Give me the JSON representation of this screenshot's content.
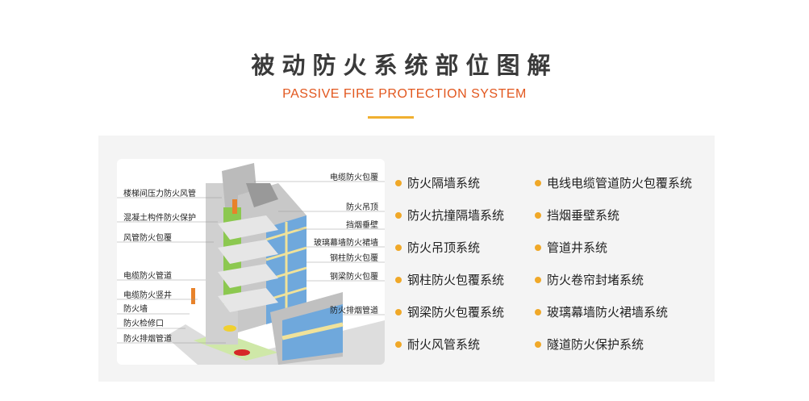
{
  "header": {
    "title": "被动防火系统部位图解",
    "subtitle": "PASSIVE FIRE PROTECTION SYSTEM"
  },
  "colors": {
    "title": "#3a3a3a",
    "accent": "#e2571e",
    "bar": "#f0b030",
    "bullet": "#f0a828"
  },
  "diagram": {
    "left_labels": [
      "楼梯间压力防火风管",
      "混凝土构件防火保护",
      "风管防火包覆",
      "电缆防火管道",
      "电缆防火竖井",
      "防火墙",
      "防火检修口",
      "防火排烟管道"
    ],
    "right_labels": [
      "电缆防火包覆",
      "防火吊顶",
      "挡烟垂壁",
      "玻璃幕墙防火裙墙",
      "钢柱防火包覆",
      "钢梁防火包覆",
      "防火排烟管道"
    ]
  },
  "systems": {
    "col1": [
      "防火隔墙系统",
      "防火抗撞隔墙系统",
      "防火吊顶系统",
      "钢柱防火包覆系统",
      "钢梁防火包覆系统",
      "耐火风管系统"
    ],
    "col2": [
      "电线电缆管道防火包覆系统",
      "挡烟垂壁系统",
      "管道井系统",
      "防火卷帘封堵系统",
      "玻璃幕墙防火裙墙系统",
      "隧道防火保护系统"
    ]
  }
}
